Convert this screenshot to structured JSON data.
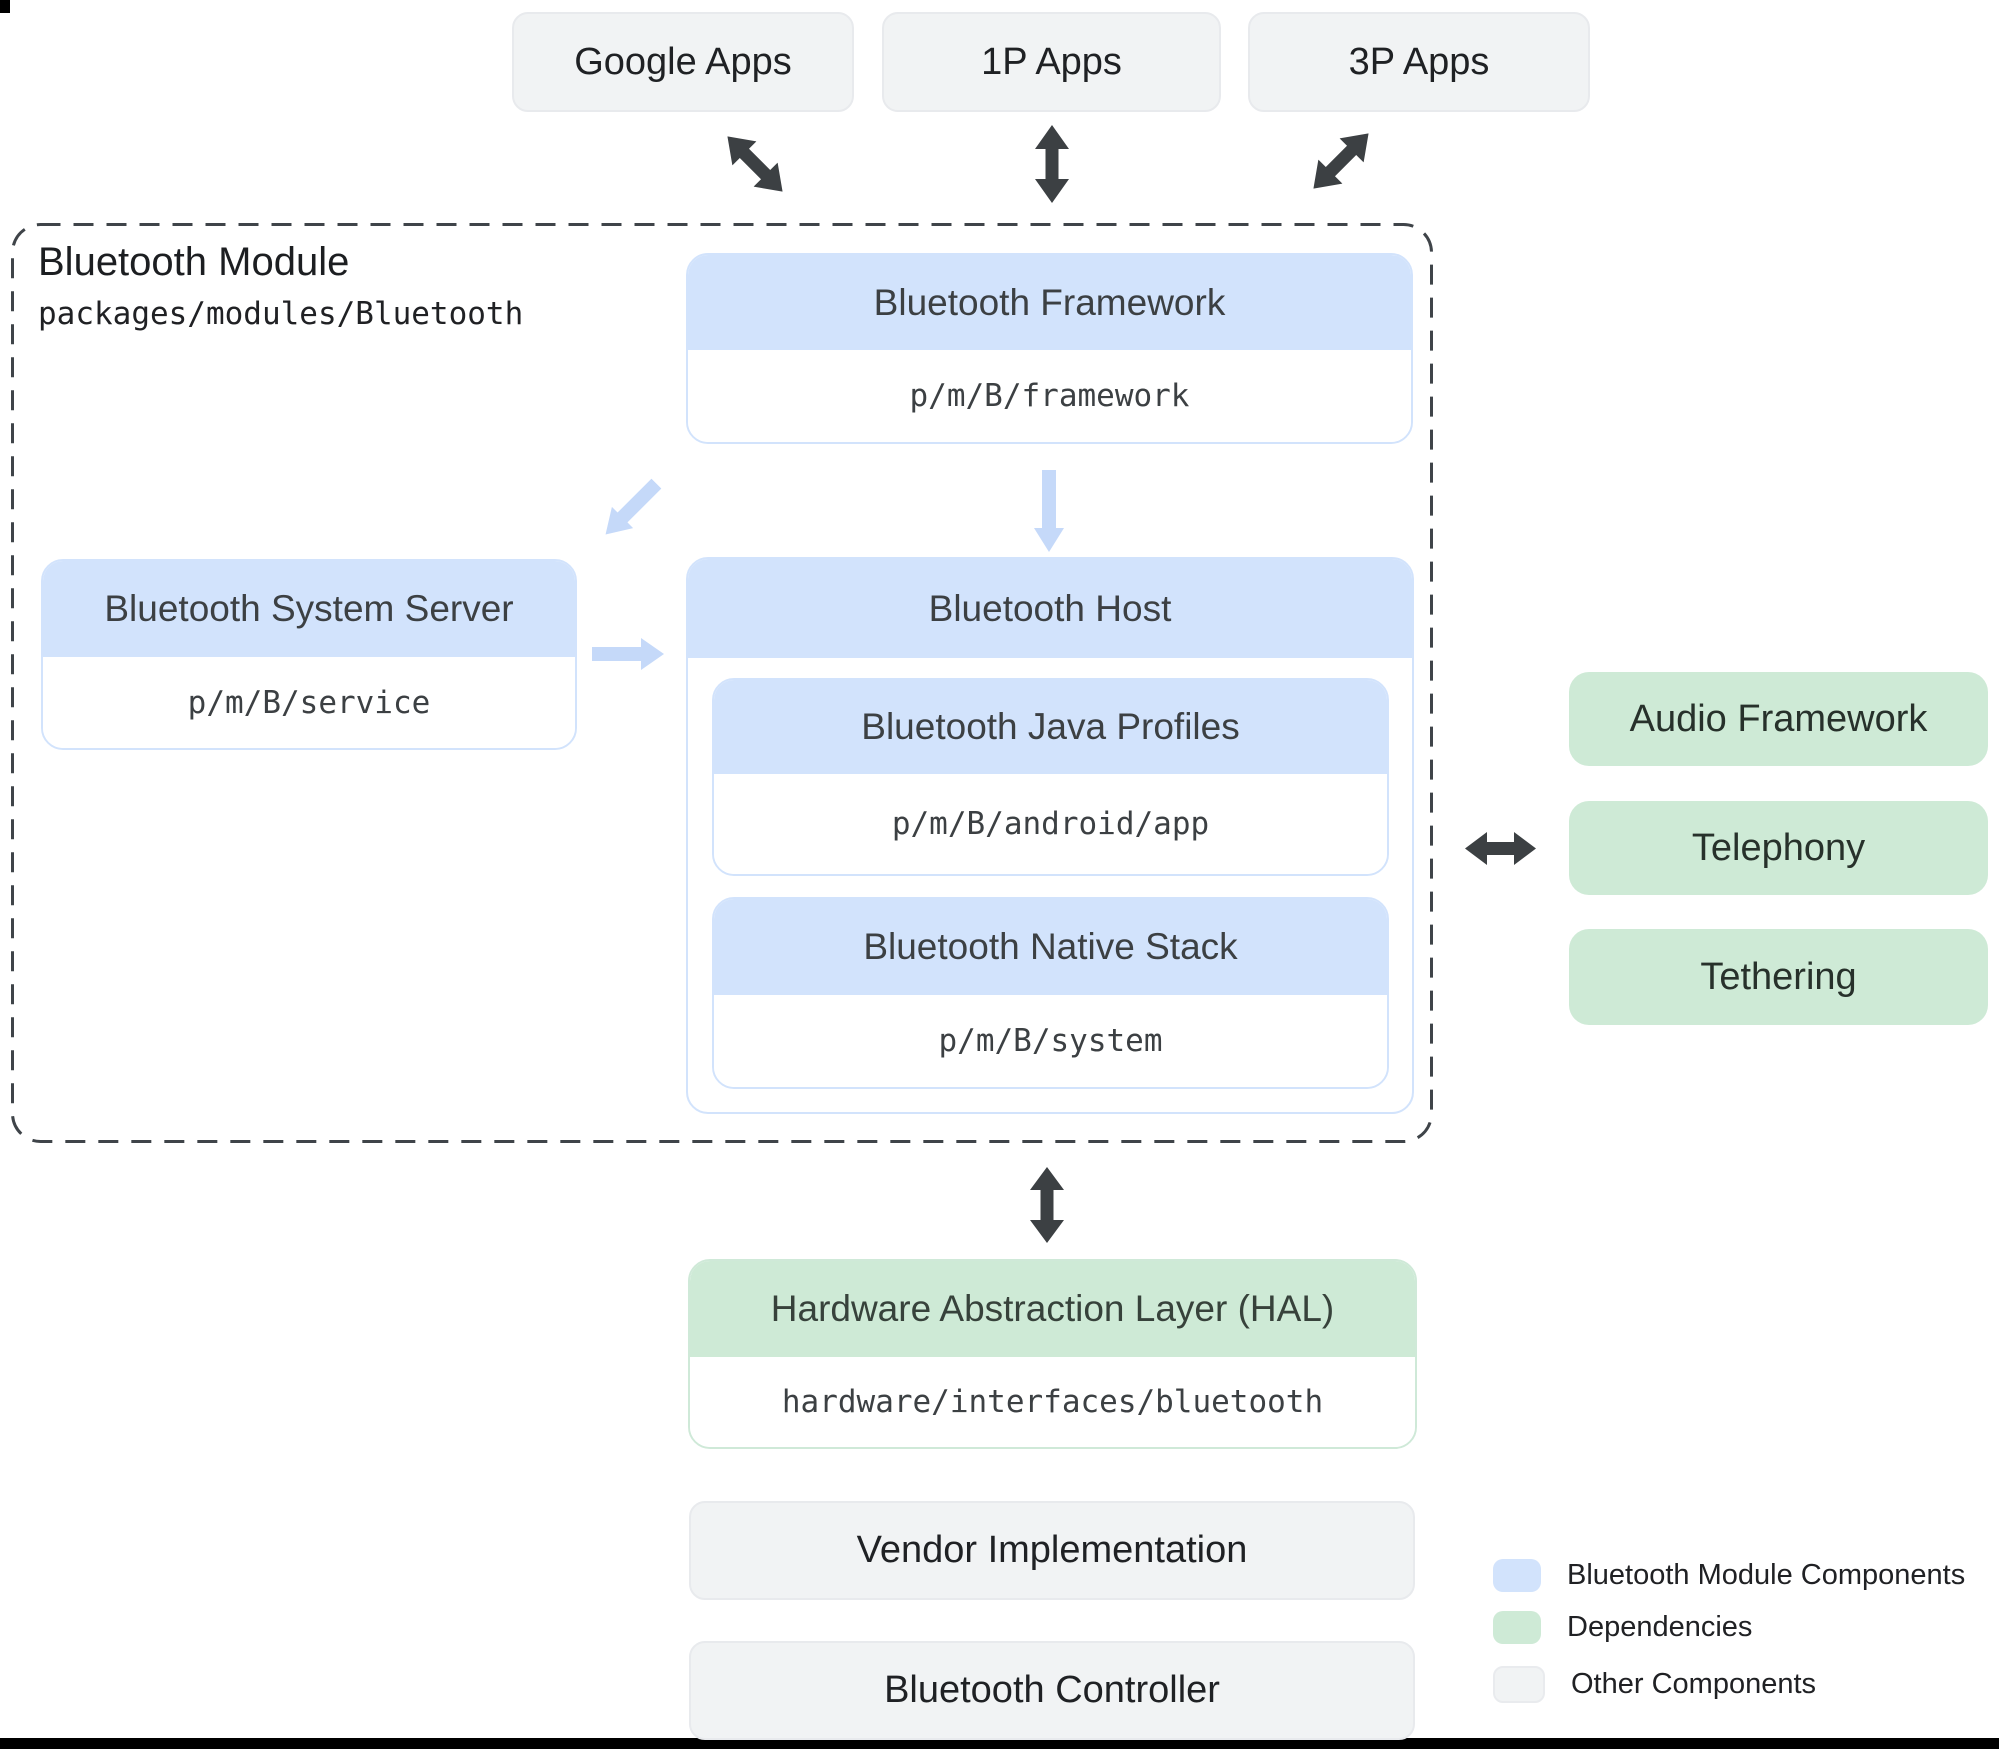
{
  "apps": [
    {
      "label": "Google Apps"
    },
    {
      "label": "1P Apps"
    },
    {
      "label": "3P Apps"
    }
  ],
  "module": {
    "title": "Bluetooth Module",
    "path": "packages/modules/Bluetooth",
    "framework": {
      "title": "Bluetooth Framework",
      "path": "p/m/B/framework"
    },
    "system_server": {
      "title": "Bluetooth System Server",
      "path": "p/m/B/service"
    },
    "host": {
      "title": "Bluetooth Host",
      "java_profiles": {
        "title": "Bluetooth Java Profiles",
        "path": "p/m/B/android/app"
      },
      "native_stack": {
        "title": "Bluetooth Native Stack",
        "path": "p/m/B/system"
      }
    }
  },
  "hal": {
    "title": "Hardware Abstraction Layer (HAL)",
    "path": "hardware/interfaces/bluetooth"
  },
  "dependencies": [
    {
      "label": "Audio Framework"
    },
    {
      "label": "Telephony"
    },
    {
      "label": "Tethering"
    }
  ],
  "other_components": [
    {
      "label": "Vendor Implementation"
    },
    {
      "label": "Bluetooth Controller"
    }
  ],
  "legend": [
    {
      "label": "Bluetooth Module Components",
      "color": "#d2e3fc"
    },
    {
      "label": "Dependencies",
      "color": "#ceead6"
    },
    {
      "label": "Other Components",
      "color": "#f1f3f4"
    }
  ],
  "colors": {
    "module_component_fill": "#d2e3fc",
    "dependency_fill": "#ceead6",
    "other_fill": "#f1f3f4",
    "dark_arrow": "#3c4043",
    "light_arrow": "#c5d9f9",
    "dashed_border": "#3f4449"
  }
}
